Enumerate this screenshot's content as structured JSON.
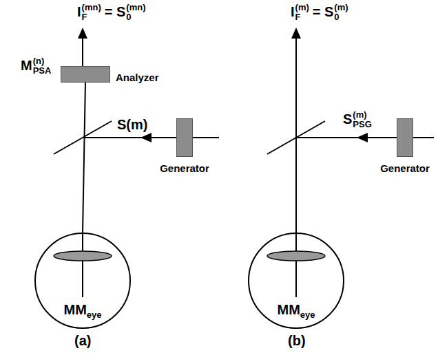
{
  "diagram": {
    "nodes": [
      {
        "text": [
          "Analyzer"
        ]
      },
      {
        "text": [
          "Generator"
        ]
      },
      {
        "text": [
          "MM",
          "eye"
        ]
      },
      {
        "text": [
          "Generator"
        ]
      },
      {
        "text": [
          "MM",
          "eye"
        ]
      }
    ],
    "edges": [
      {
        "from": 2,
        "to": 0,
        "arrow": "none"
      }
    ],
    "labels": [
      "I",
      "F",
      "(mn)",
      "= S",
      "0",
      "(mn)",
      "M",
      "PSA",
      "(n)",
      "S(m)",
      "(a)",
      "I",
      "F",
      "(m)",
      "= S",
      "0",
      "(m)",
      "S",
      "PSG",
      "(m)",
      "(b)"
    ]
  }
}
